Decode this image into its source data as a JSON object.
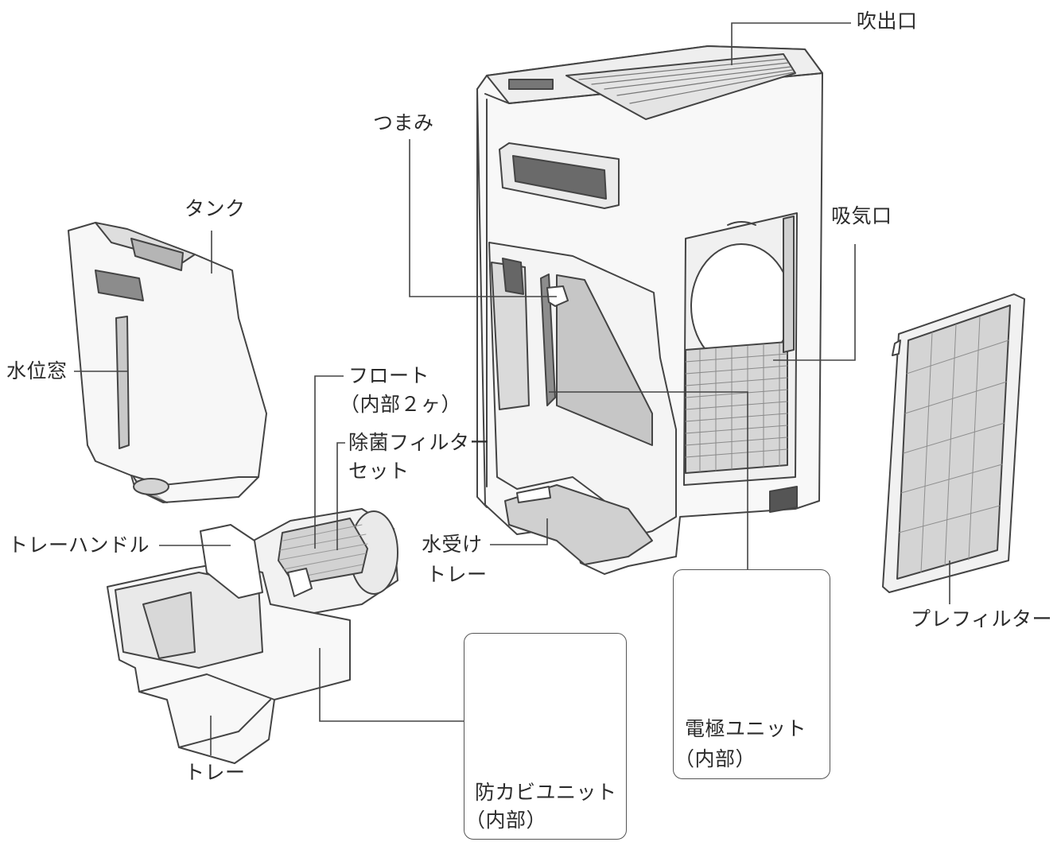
{
  "labels": {
    "outlet": "吹出口",
    "knob": "つまみ",
    "tank": "タンク",
    "intake": "吸気口",
    "water_window": "水位窓",
    "float_line1": "フロート",
    "float_line2": "（内部２ヶ）",
    "filter_set_line1": "除菌フィルター",
    "filter_set_line2": "セット",
    "tray_handle": "トレーハンドル",
    "drip_tray_line1": "水受け",
    "drip_tray_line2": "トレー",
    "pre_filter": "プレフィルター",
    "electrode_line1": "電極ユニット",
    "electrode_line2": "（内部）",
    "tray": "トレー",
    "mold_line1": "防カビユニット",
    "mold_line2": "（内部）"
  },
  "colors": {
    "line": "#444444",
    "body_fill": "#f7f7f7",
    "shade": "#d9d9d9",
    "dark": "#8a8a8a"
  }
}
